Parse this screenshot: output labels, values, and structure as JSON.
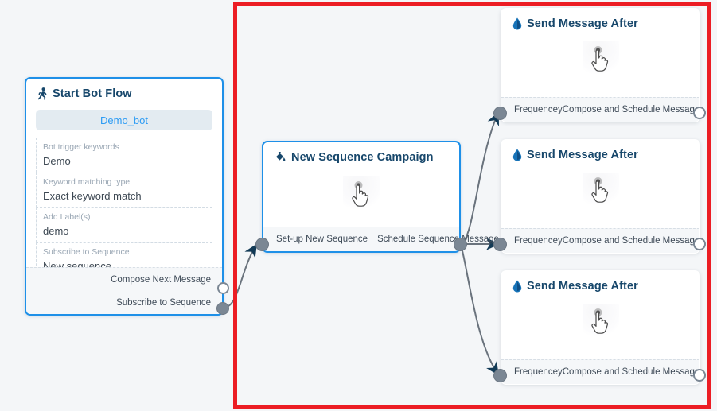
{
  "canvas": {
    "background_color": "#f4f6f8",
    "selection_frame_color": "#ec1d24"
  },
  "nodes": {
    "start_bot_flow": {
      "title": "Start Bot Flow",
      "icon": "running-person-icon",
      "bot_pill": "Demo_bot",
      "accent_color": "#1e90e8",
      "fields": [
        {
          "label": "Bot trigger keywords",
          "value": "Demo"
        },
        {
          "label": "Keyword matching type",
          "value": "Exact keyword match"
        },
        {
          "label": "Add Label(s)",
          "value": "demo"
        },
        {
          "label": "Subscribe to Sequence",
          "value": "New sequence"
        }
      ],
      "ports": [
        {
          "label": "Compose Next Message",
          "state": "hollow"
        },
        {
          "label": "Subscribe to Sequence",
          "state": "filled"
        }
      ]
    },
    "new_sequence_campaign": {
      "title": "New Sequence Campaign",
      "icon": "paint-bucket-icon",
      "body_icon": "hand-pointer-icon",
      "accent_color": "#1e90e8",
      "footer_labels": [
        "Set-up New Sequence",
        "Schedule Sequence Message"
      ],
      "input_port_state": "filled",
      "output_port_state": "filled"
    },
    "send_message_cards": [
      {
        "title": "Send Message After",
        "icon": "water-droplet-icon",
        "body_icon": "hand-pointer-icon",
        "input_label": "Frequencey",
        "output_label": "Compose and Schedule Message",
        "input_port_state": "filled",
        "output_port_state": "hollow"
      },
      {
        "title": "Send Message After",
        "icon": "water-droplet-icon",
        "body_icon": "hand-pointer-icon",
        "input_label": "Frequencey",
        "output_label": "Compose and Schedule Message",
        "input_port_state": "filled",
        "output_port_state": "hollow"
      },
      {
        "title": "Send Message After",
        "icon": "water-droplet-icon",
        "body_icon": "hand-pointer-icon",
        "input_label": "Frequencey",
        "output_label": "Compose and Schedule Message",
        "input_port_state": "filled",
        "output_port_state": "hollow"
      }
    ]
  }
}
